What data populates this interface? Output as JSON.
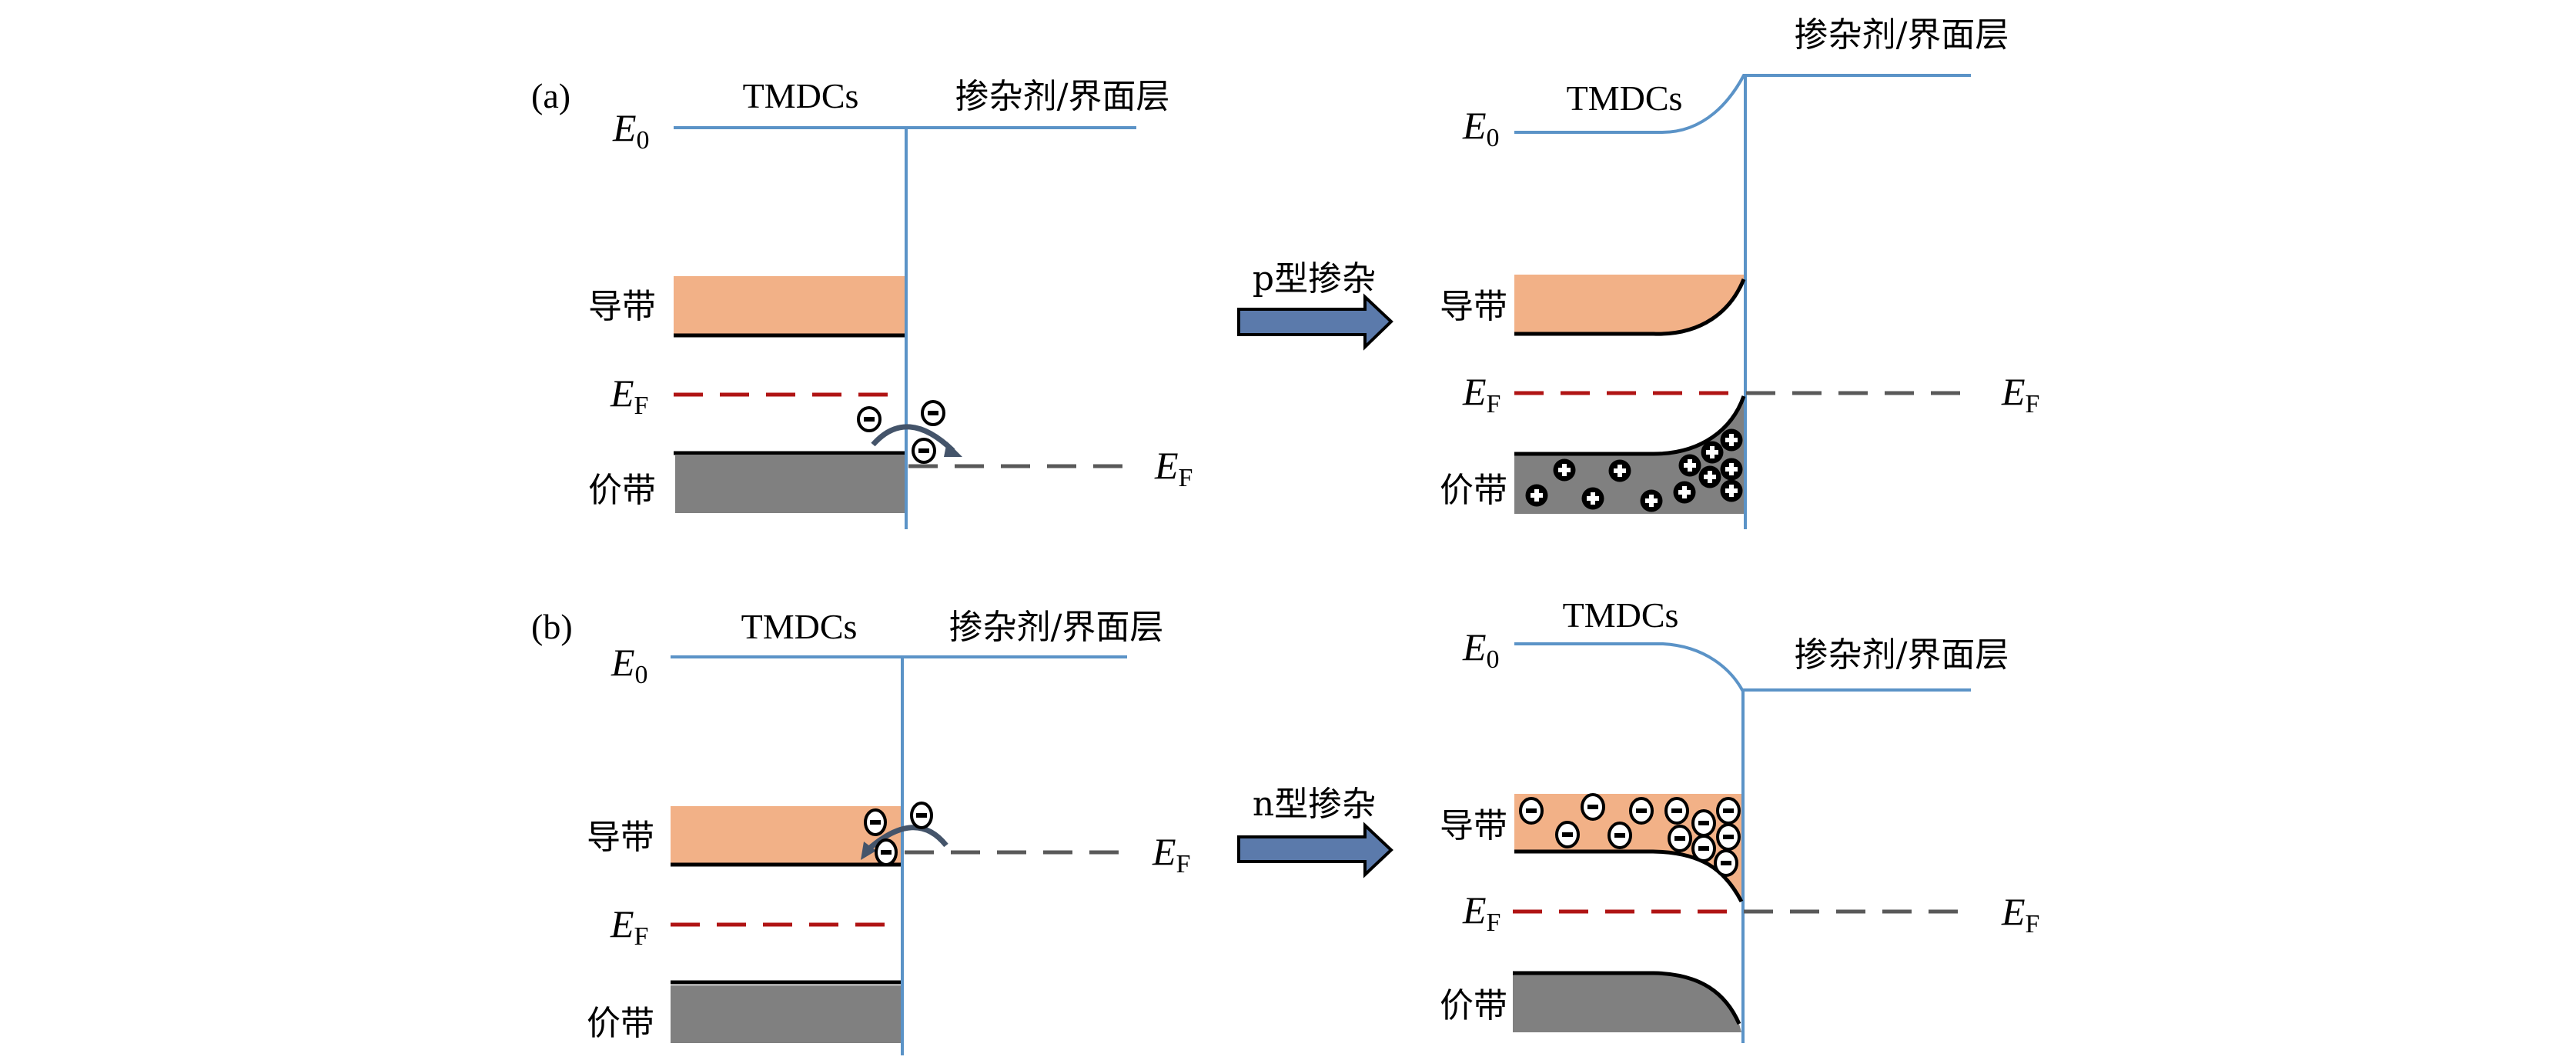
{
  "figure": {
    "panels": [
      {
        "id": "a",
        "label": "(a)",
        "before": {
          "left_label": "TMDCs",
          "right_label": "掺杂剂/界面层",
          "e0_label": "E",
          "e0_sub": "0",
          "cb_label": "导带",
          "vb_label": "价带",
          "ef_label": "E",
          "ef_sub": "F",
          "ef_right_label": "E",
          "ef_right_sub": "F",
          "transfer_direction": "TMDCs → 掺杂剂/界面层 (electrons leave TMDCs)"
        },
        "arrow_label": "p型掺杂",
        "after": {
          "left_label": "TMDCs",
          "right_label": "掺杂剂/界面层",
          "e0_label": "E",
          "e0_sub": "0",
          "cb_label": "导带",
          "vb_label": "价带",
          "ef_label": "E",
          "ef_sub": "F",
          "ef_right_label": "E",
          "ef_right_sub": "F",
          "carrier": "hole",
          "carrier_count": 12,
          "band_bending": "up"
        }
      },
      {
        "id": "b",
        "label": "(b)",
        "before": {
          "left_label": "TMDCs",
          "right_label": "掺杂剂/界面层",
          "e0_label": "E",
          "e0_sub": "0",
          "cb_label": "导带",
          "vb_label": "价带",
          "ef_label": "E",
          "ef_sub": "F",
          "ef_right_label": "E",
          "ef_right_sub": "F",
          "transfer_direction": "掺杂剂/界面层 → TMDCs (electrons enter TMDCs)"
        },
        "arrow_label": "n型掺杂",
        "after": {
          "left_label": "TMDCs",
          "right_label": "掺杂剂/界面层",
          "e0_label": "E",
          "e0_sub": "0",
          "cb_label": "导带",
          "vb_label": "价带",
          "ef_label": "E",
          "ef_sub": "F",
          "ef_right_label": "E",
          "ef_right_sub": "F",
          "carrier": "electron",
          "carrier_count": 12,
          "band_bending": "down"
        }
      }
    ],
    "colors": {
      "vacuum_level": "#5b93c7",
      "conduction_band": "#f2b187",
      "valence_band": "#808080",
      "fermi_tmdc": "#b01414",
      "fermi_dopant": "#595959",
      "doping_arrow": "#5b7aab",
      "transfer_arrow": "#44546a"
    }
  }
}
